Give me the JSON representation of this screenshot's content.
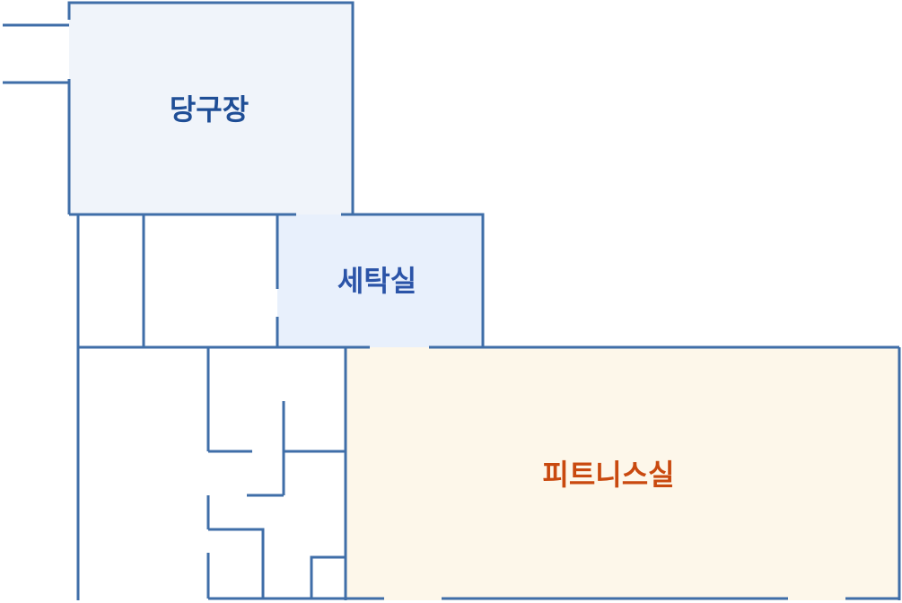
{
  "rooms": {
    "billiards": {
      "label": "당구장",
      "fill": "#f0f4fa",
      "text_color": "#1f4e96"
    },
    "laundry": {
      "label": "세탁실",
      "fill": "#e8f0fc",
      "text_color": "#2b54a8"
    },
    "fitness": {
      "label": "피트니스실",
      "fill": "#fdf7ea",
      "text_color": "#c9490f"
    }
  },
  "colors": {
    "wall": "#3f6ea8",
    "background": "#ffffff"
  }
}
